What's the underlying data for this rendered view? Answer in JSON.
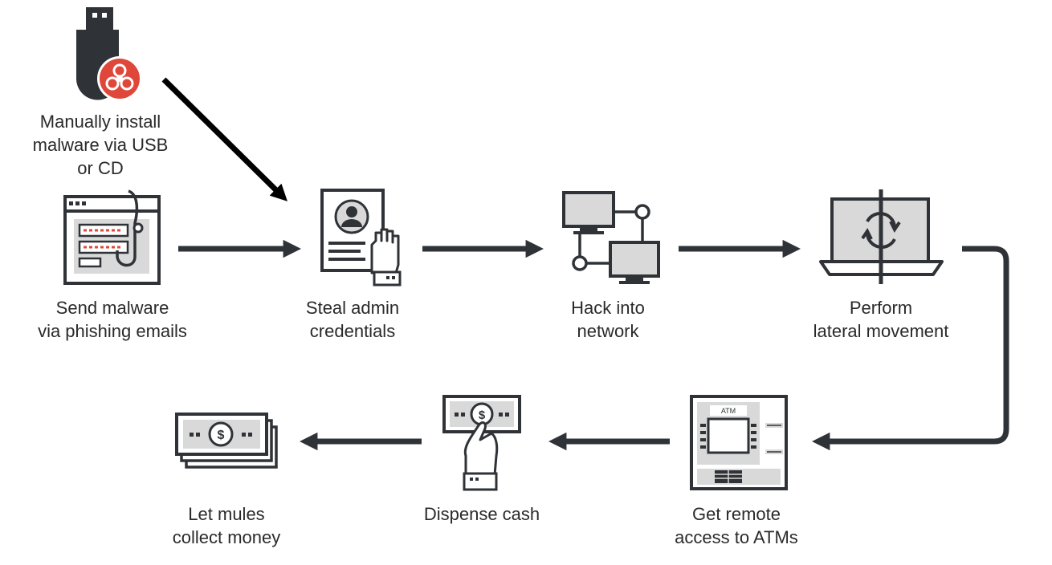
{
  "colors": {
    "dark": "#2f3337",
    "red": "#e0473b",
    "gray": "#d9d9d9",
    "white": "#ffffff",
    "arrow_black": "#000000"
  },
  "steps": {
    "usb": {
      "icon": "usb-biohazard-icon",
      "lines": [
        "Manually install",
        "malware via USB",
        "or CD"
      ]
    },
    "phishing": {
      "icon": "phishing-browser-icon",
      "lines": [
        "Send malware",
        "via phishing emails"
      ]
    },
    "credentials": {
      "icon": "credentials-document-icon",
      "lines": [
        "Steal admin",
        "credentials"
      ]
    },
    "network": {
      "icon": "network-computers-icon",
      "lines": [
        "Hack into",
        "network"
      ]
    },
    "lateral": {
      "icon": "laptop-lateral-icon",
      "lines": [
        "Perform",
        "lateral movement"
      ]
    },
    "atm": {
      "icon": "atm-machine-icon",
      "screen_label": "ATM",
      "lines": [
        "Get remote",
        "access to ATMs"
      ]
    },
    "dispense": {
      "icon": "hand-banknote-icon",
      "lines": [
        "Dispense cash"
      ]
    },
    "mules": {
      "icon": "money-stack-icon",
      "lines": [
        "Let mules",
        "collect money"
      ]
    }
  },
  "currency_symbol": "$"
}
